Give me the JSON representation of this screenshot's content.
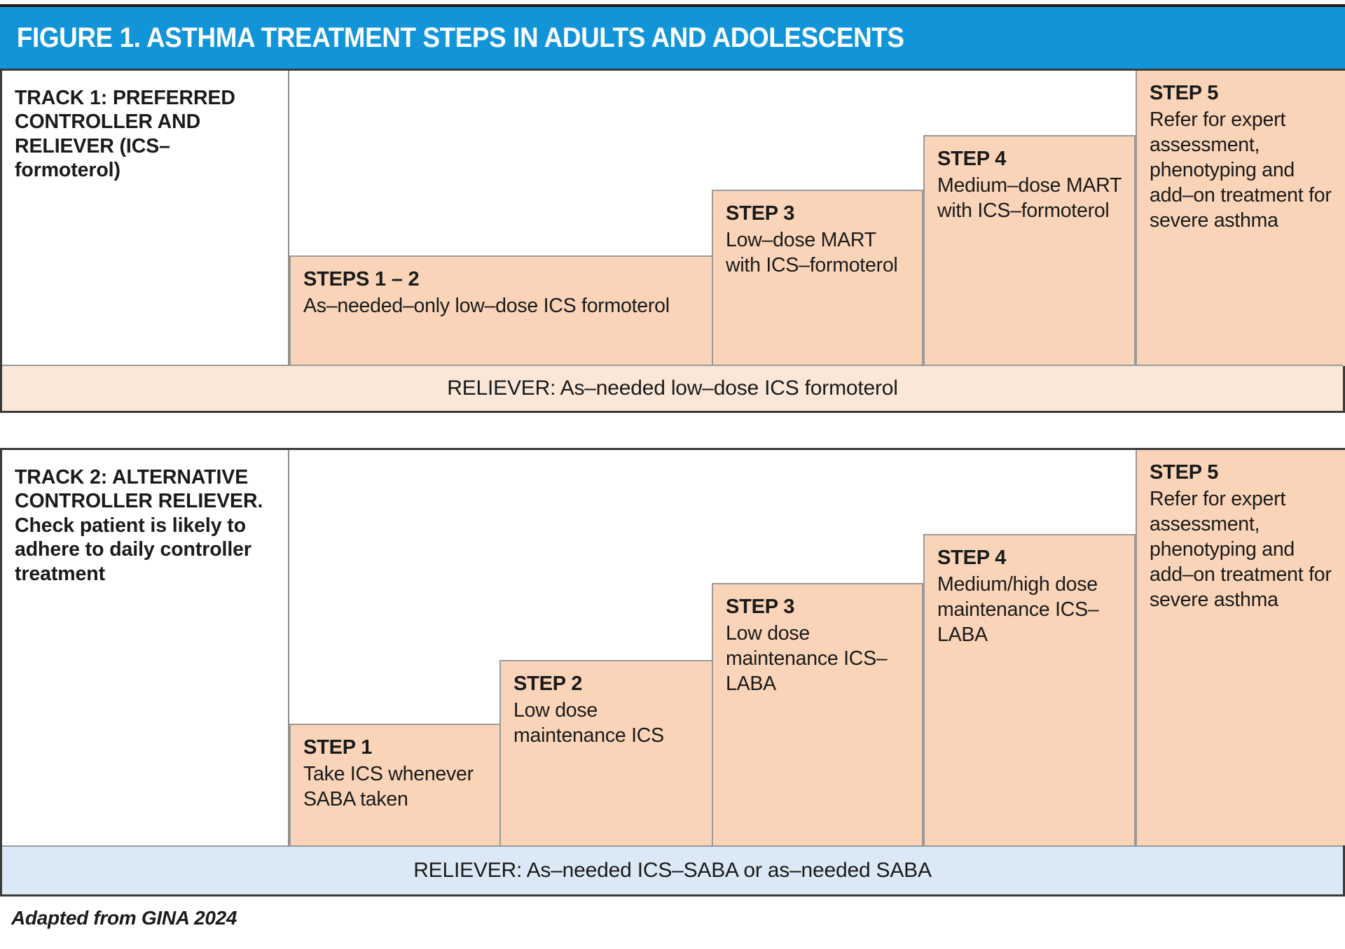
{
  "title": "FIGURE 1. ASTHMA TREATMENT STEPS IN ADULTS AND ADOLESCENTS",
  "colors": {
    "banner": "#1295d8",
    "step_fill": "#f9d4b8",
    "reliever1_fill": "#fae7d7",
    "reliever2_fill": "#dbe9f6",
    "border": "#3a3a3a"
  },
  "track1": {
    "label": "TRACK 1: PREFERRED CONTROLLER AND RELIEVER (ICS–formoterol)",
    "steps": [
      {
        "heading": "STEPS 1 – 2",
        "body": "As–needed–only low–dose ICS formoterol"
      },
      {
        "heading": "STEP 3",
        "body": "Low–dose MART with ICS–formoterol"
      },
      {
        "heading": "STEP 4",
        "body": "Medium–dose MART with ICS–formoterol"
      },
      {
        "heading": "STEP 5",
        "body": "Refer for expert assessment, phenotyping and add–on treatment for severe asthma"
      }
    ],
    "reliever": "RELIEVER: As–needed low–dose ICS formoterol"
  },
  "track2": {
    "label": "TRACK 2: ALTERNATIVE CONTROLLER RELIEVER. Check patient is likely to adhere to daily controller treatment",
    "steps": [
      {
        "heading": "STEP 1",
        "body": "Take ICS whenever SABA taken"
      },
      {
        "heading": "STEP 2",
        "body": "Low dose maintenance ICS"
      },
      {
        "heading": "STEP 3",
        "body": "Low dose maintenance ICS–LABA"
      },
      {
        "heading": "STEP 4",
        "body": "Medium/high dose maintenance ICS–LABA"
      },
      {
        "heading": "STEP 5",
        "body": "Refer for expert assessment, phenotyping and add–on treatment for severe asthma"
      }
    ],
    "reliever": "RELIEVER: As–needed ICS–SABA or as–needed SABA"
  },
  "footer": "Adapted from GINA 2024"
}
